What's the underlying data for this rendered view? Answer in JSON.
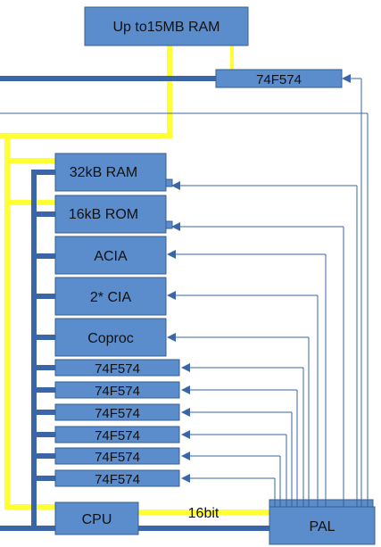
{
  "blocks": {
    "ram15": "Up to15MB RAM",
    "latch_top": "74F574",
    "ram32": "32kB RAM",
    "rom16": "16kB ROM",
    "acia": "ACIA",
    "cia": "2* CIA",
    "coproc": "Coproc",
    "latches": [
      "74F574",
      "74F574",
      "74F574",
      "74F574",
      "74F574",
      "74F574"
    ],
    "cpu": "CPU",
    "pal": "PAL"
  },
  "bus_label": "16bit",
  "colors": {
    "block_fill": "#5b8ccc",
    "block_border": "#3a5f8f",
    "data_bus": "#3a66a7",
    "address_bus": "#ffff33",
    "control_line": "#3a66a7"
  }
}
